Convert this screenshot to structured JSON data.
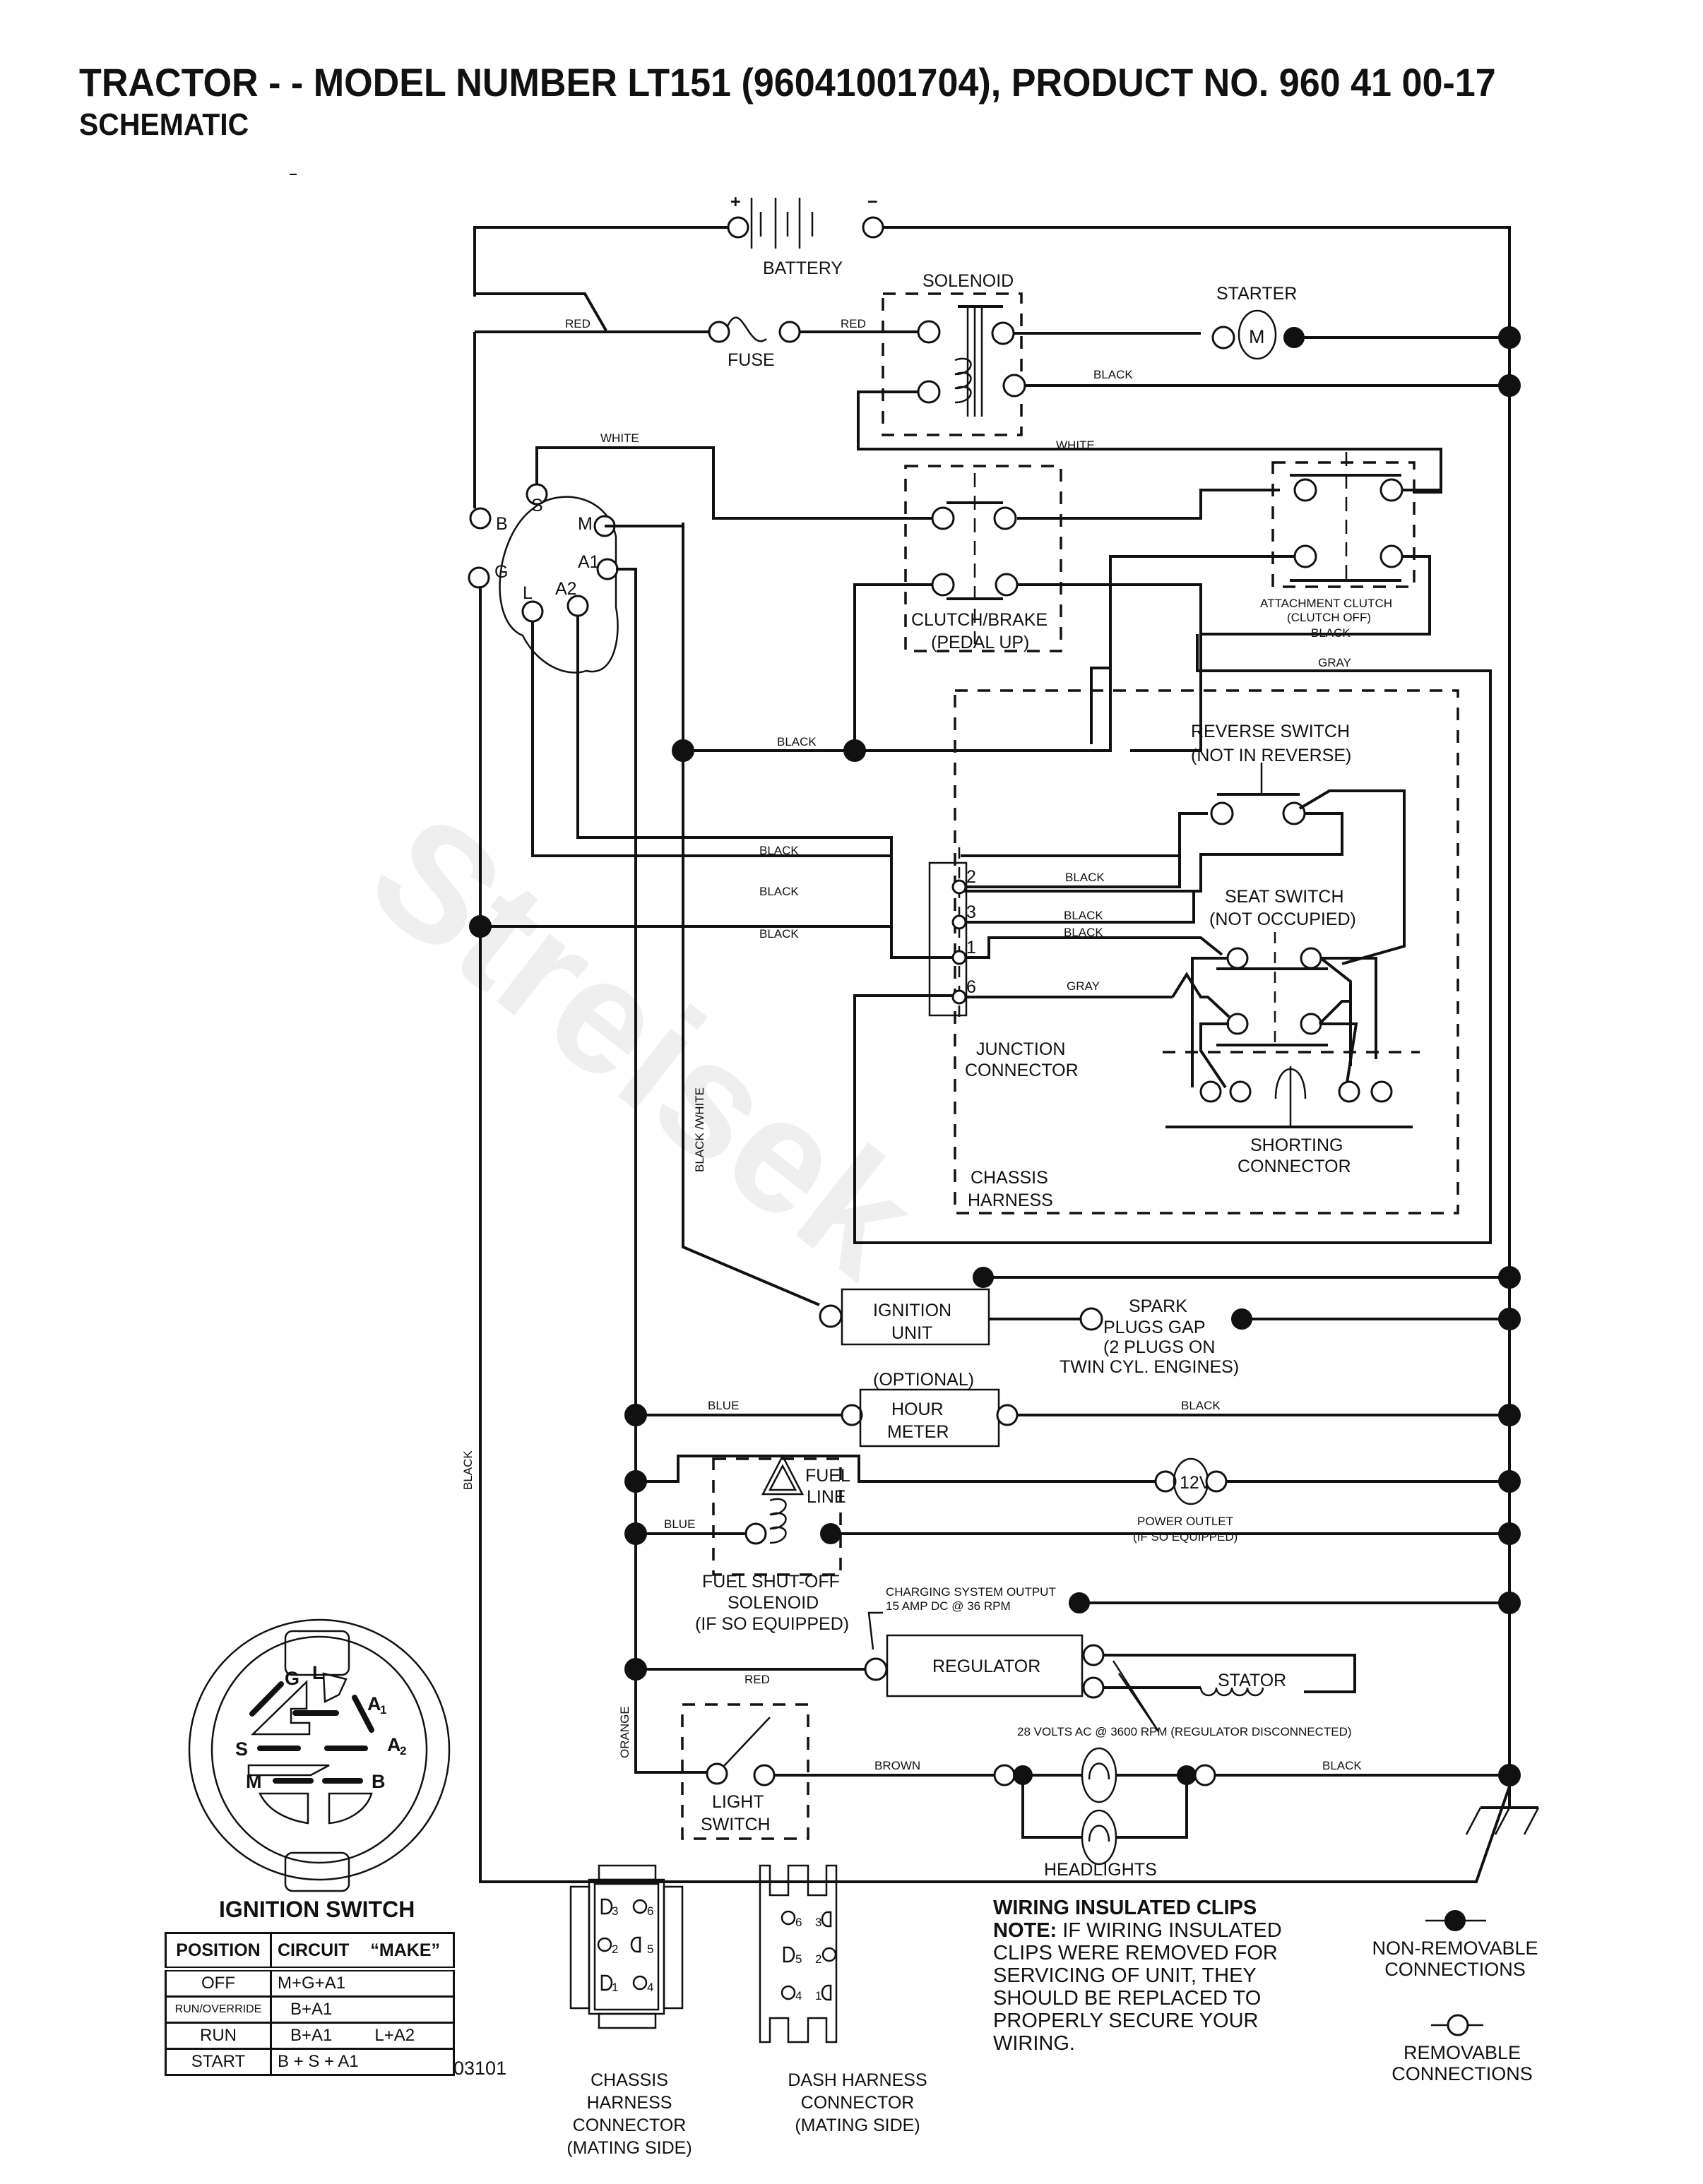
{
  "header": {
    "title": "TRACTOR - - MODEL NUMBER LT151 (96041001704), PRODUCT NO. 960 41 00-17",
    "subtitle": "SCHEMATIC"
  },
  "components": {
    "battery": {
      "label": "BATTERY",
      "plus": "+",
      "minus": "−"
    },
    "solenoid": {
      "label": "SOLENOID"
    },
    "starter": {
      "label": "STARTER",
      "symbol": "M"
    },
    "fuse": {
      "label": "FUSE"
    },
    "clutch_brake": {
      "label_1": "CLUTCH/BRAKE",
      "label_2": "(PEDAL UP)"
    },
    "attachment_clutch": {
      "label_1": "ATTACHMENT CLUTCH",
      "label_2": "(CLUTCH OFF)"
    },
    "reverse_switch": {
      "label_1": "REVERSE SWITCH",
      "label_2": "(NOT IN REVERSE)"
    },
    "seat_switch": {
      "label_1": "SEAT SWITCH",
      "label_2": "(NOT OCCUPIED)"
    },
    "junction_connector": {
      "label_1": "JUNCTION",
      "label_2": "CONNECTOR",
      "pins": [
        "2",
        "3",
        "1",
        "6"
      ]
    },
    "shorting_connector": {
      "label_1": "SHORTING",
      "label_2": "CONNECTOR"
    },
    "chassis_harness": {
      "label_1": "CHASSIS",
      "label_2": "HARNESS"
    },
    "ignition_unit": {
      "label_1": "IGNITION",
      "label_2": "UNIT"
    },
    "spark_plugs": {
      "lines": [
        "SPARK",
        "PLUGS GAP",
        "(2 PLUGS ON",
        "TWIN CYL. ENGINES)"
      ]
    },
    "hour_meter": {
      "optional": "(OPTIONAL)",
      "label_1": "HOUR",
      "label_2": "METER"
    },
    "fuel_line": {
      "label_1": "FUEL",
      "label_2": "LINE"
    },
    "fuel_solenoid": {
      "label_1": "FUEL SHUT-OFF",
      "label_2": "SOLENOID",
      "label_3": "(IF SO EQUIPPED)"
    },
    "power_outlet": {
      "symbol": "12V",
      "label_1": "POWER OUTLET",
      "label_2": "(IF SO EQUIPPED)"
    },
    "regulator": {
      "label": "REGULATOR",
      "output_note_1": "CHARGING SYSTEM OUTPUT",
      "output_note_2": "15 AMP DC @ 36 RPM"
    },
    "stator": {
      "label": "STATOR",
      "note": "28 VOLTS AC @ 3600 RPM (REGULATOR DISCONNECTED)"
    },
    "light_switch": {
      "label_1": "LIGHT",
      "label_2": "SWITCH"
    },
    "headlights": {
      "label": "HEADLIGHTS"
    },
    "ignition_switch_terminals": [
      "S",
      "B",
      "M",
      "A1",
      "G",
      "L",
      "A2"
    ]
  },
  "wire_labels": {
    "red_1": "RED",
    "red_2": "RED",
    "black_starter": "BLACK",
    "white_1": "WHITE",
    "white_2": "WHITE",
    "black_att": "BLACK",
    "gray_top": "GRAY",
    "black_node": "BLACK",
    "black_j1": "BLACK",
    "black_j2": "BLACK",
    "black_j3": "BLACK",
    "black_p2": "BLACK",
    "black_p3": "BLACK",
    "black_p1": "BLACK",
    "gray_p6": "GRAY",
    "black_white": "BLACK /WHITE",
    "black_left": "BLACK",
    "blue_hour": "BLUE",
    "black_hour": "BLACK",
    "blue_fuel": "BLUE",
    "red_reg": "RED",
    "orange": "ORANGE",
    "brown": "BROWN",
    "black_head": "BLACK"
  },
  "ignition_switch": {
    "title": "IGNITION SWITCH",
    "face_labels": {
      "G": "G",
      "L": "L",
      "A1": "A",
      "A1_sub": "1",
      "A2": "A",
      "A2_sub": "2",
      "S": "S",
      "M": "M",
      "B": "B"
    },
    "table": {
      "headers": {
        "position": "POSITION",
        "circuit": "CIRCUIT",
        "make": "“MAKE”"
      },
      "rows": [
        {
          "position": "OFF",
          "circuit": "M+G+A1",
          "extra": ""
        },
        {
          "position": "RUN/OVERRIDE",
          "circuit": "B+A1",
          "extra": ""
        },
        {
          "position": "RUN",
          "circuit": "B+A1",
          "extra": "L+A2"
        },
        {
          "position": "START",
          "circuit": "B + S + A1",
          "extra": ""
        }
      ]
    },
    "code": "03101"
  },
  "connectors": {
    "chassis": {
      "pins": [
        "3",
        "6",
        "2",
        "5",
        "1",
        "4"
      ],
      "label_1": "CHASSIS HARNESS",
      "label_2": "CONNECTOR",
      "label_3": "(MATING SIDE)"
    },
    "dash": {
      "pins": [
        "6",
        "3",
        "5",
        "2",
        "4",
        "1"
      ],
      "label_1": "DASH HARNESS",
      "label_2": "CONNECTOR",
      "label_3": "(MATING SIDE)"
    }
  },
  "note": {
    "heading": "WIRING INSULATED CLIPS",
    "prefix": "NOTE:",
    "lines": [
      " IF WIRING INSULATED",
      "CLIPS WERE REMOVED FOR",
      "SERVICING OF UNIT, THEY",
      "SHOULD BE REPLACED TO",
      "PROPERLY SECURE YOUR",
      " WIRING."
    ]
  },
  "legend": {
    "non_removable_1": "NON-REMOVABLE",
    "non_removable_2": "CONNECTIONS",
    "removable_1": "REMOVABLE",
    "removable_2": "CONNECTIONS"
  }
}
